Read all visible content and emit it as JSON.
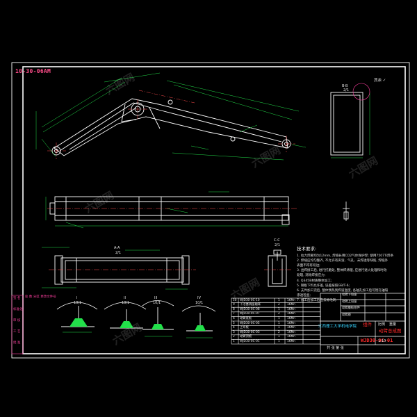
{
  "drawing_tag": "10-30-06AM",
  "roughness_mark": "其余 ✓",
  "section_labels": {
    "bb_top": "B-B",
    "bb_top_scale": "2/1",
    "aa": "A-A",
    "aa_scale": "2/1",
    "cc": "C-C",
    "cc_scale": "2/1",
    "detail_I": "I",
    "detail_I_scale": "10/1",
    "detail_II": "II",
    "detail_II_scale": "10/1",
    "detail_III": "III",
    "detail_III_scale": "10/1",
    "detail_IV": "IV",
    "detail_IV_scale": "10/1"
  },
  "tech_notes": {
    "title": "技术要求:",
    "lines": [
      "1. 拉力焊脚均为12mm, 焊缝长用CO2气体保护焊; 使用7507Ti焊条",
      "2. 焊缝应均匀整齐, 不允许有夹渣、气孔、未焊透等缺陷, 焊缝外",
      "   表面不得有咬边;",
      "3. 出焊接工后, 进行打磨处, 整体焊清理, 应进行退火处理和时效",
      "   处理, 消除焊接应力;",
      "4. Q345B材质整体加工;",
      "5. 钢板下料允许差, 误差按照GB/T-6;",
      "6. 支件加工完后, 整体预热到焊道温度, 各轴孔加工后可镗孔轴隔",
      "   渗透检查;",
      "7. 加工后加工后应去除毛刺."
    ]
  },
  "left_table": {
    "header": "处 数 分区 更改文件号",
    "rows": [
      "签 名",
      "标准化",
      "审 核",
      "工 艺",
      "批 准"
    ]
  },
  "bom_rows": [
    {
      "no": "10",
      "name": "WJD30-0C-10",
      "qty": "1",
      "mat": "16Mn"
    },
    {
      "no": "9",
      "name": "下活塞销座轴耳",
      "qty": "2",
      "mat": "16Mn"
    },
    {
      "no": "8",
      "name": "WJD30-0C-08",
      "qty": "1",
      "mat": "16Mn"
    },
    {
      "no": "7",
      "name": "WJD30-0C-07",
      "qty": "2",
      "mat": "16Mn"
    },
    {
      "no": "6",
      "name": "动臂底板",
      "qty": "1",
      "mat": "16Mn"
    },
    {
      "no": "5",
      "name": "WJD30-0C-05",
      "qty": "1",
      "mat": "16Mn"
    },
    {
      "no": "4",
      "name": "上弯板",
      "qty": "1",
      "mat": "16Mn"
    },
    {
      "no": "3",
      "name": "WJD30-0C-03",
      "qty": "2",
      "mat": "16Mn"
    },
    {
      "no": "2",
      "name": "动臂顶板",
      "qty": "1",
      "mat": "16Mn"
    },
    {
      "no": "1",
      "name": "WJD30-0C-01",
      "qty": "1",
      "mat": "16Mn"
    }
  ],
  "title_block": {
    "company": "江西理工大学机电学院",
    "material": "组件",
    "drawing_name": "动臂总成图",
    "drawing_no": "WJD30-0C-01",
    "right_rows": [
      "动臂下铰座",
      "动臂上铰座",
      "动臂腹板组件",
      "动臂座"
    ],
    "ratio_label": "比例",
    "weight_label": "重量",
    "sheet_label": "共 张 第 张",
    "scale_value": "1:10"
  },
  "watermark": "六图网",
  "colors": {
    "frame": "#ffffff",
    "geometry": "#ffffff",
    "dimension": "#22e04a",
    "center_line": "#ff4d4d",
    "accent": "#ff3fa0",
    "cyan": "#37d4ff"
  }
}
